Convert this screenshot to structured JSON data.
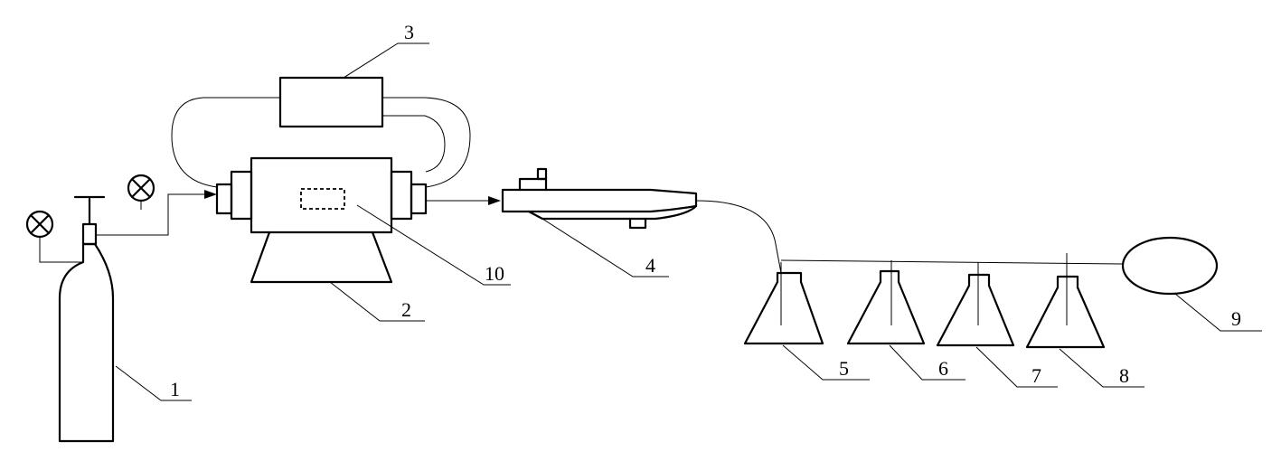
{
  "labels": {
    "gas_cylinder": "1",
    "furnace_stand": "2",
    "controller": "3",
    "condenser": "4",
    "flask_a": "5",
    "flask_b": "6",
    "flask_c": "7",
    "flask_d": "8",
    "gas_bag": "9",
    "sample_boat": "10"
  }
}
